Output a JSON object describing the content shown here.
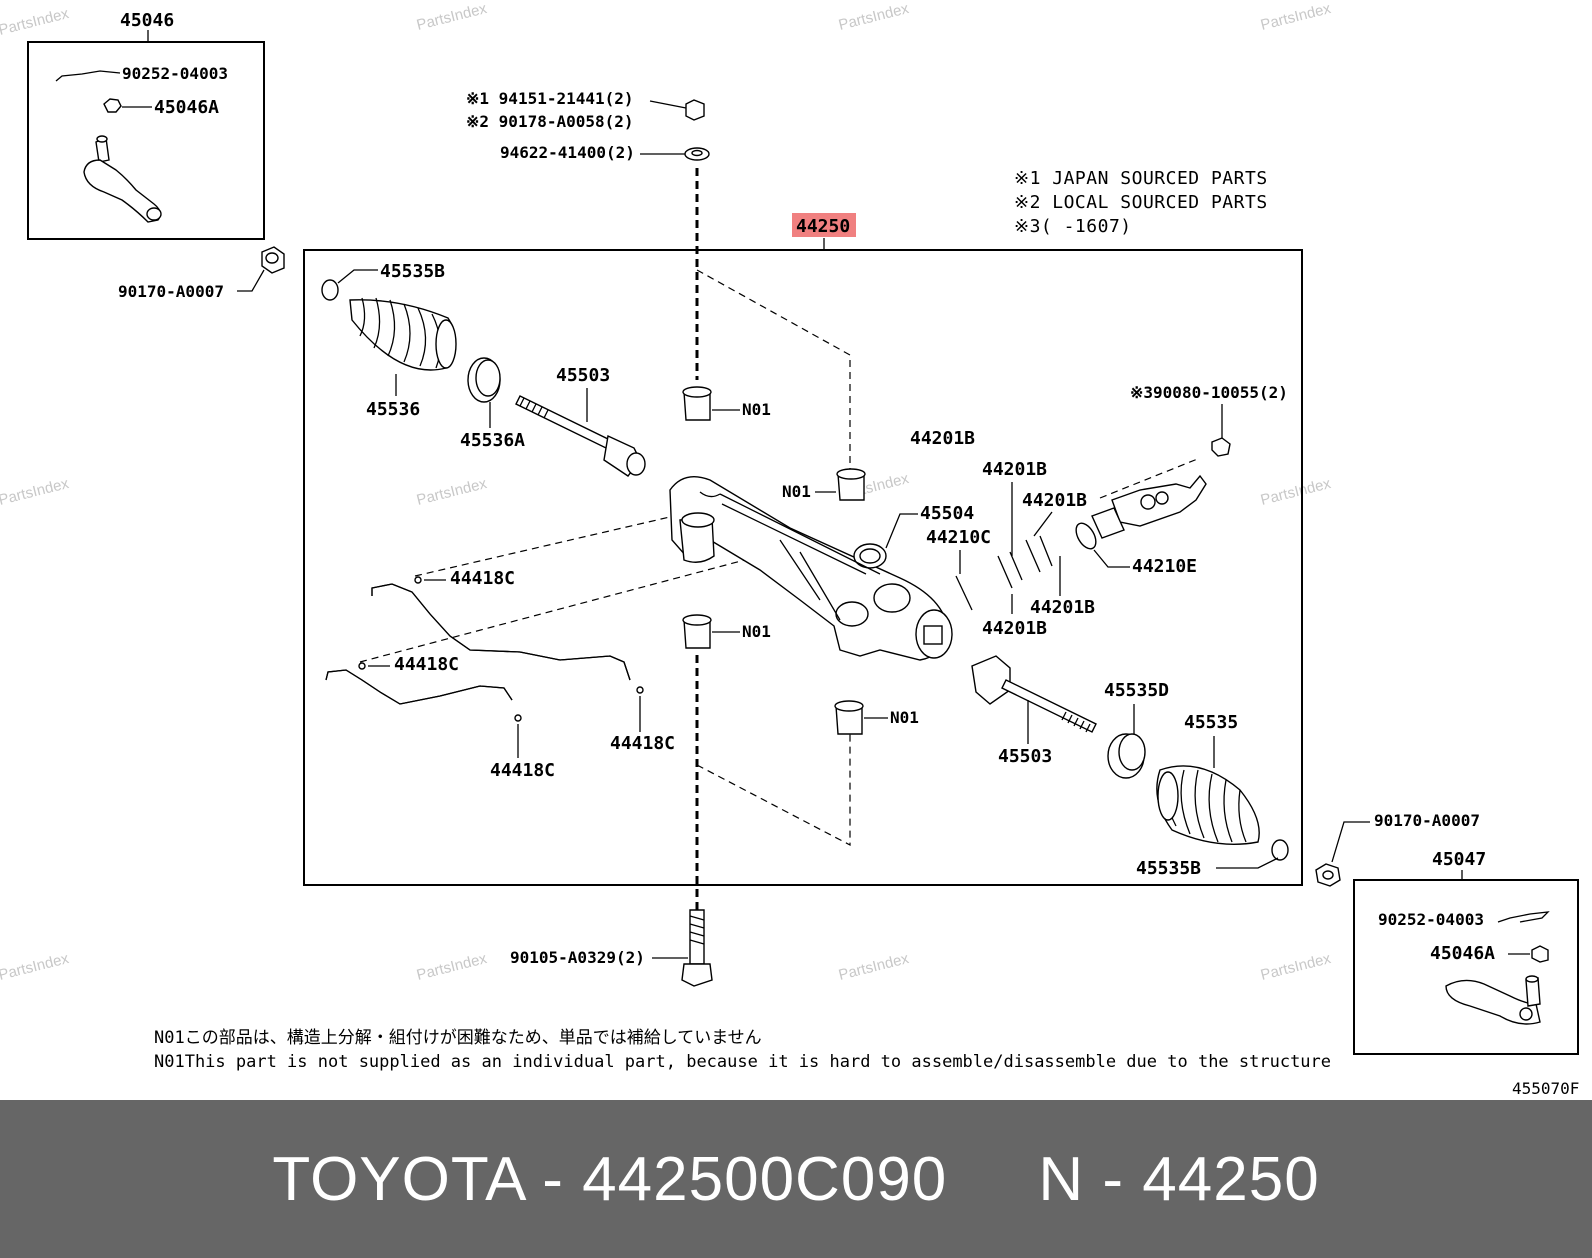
{
  "diagram": {
    "highlight_color": "#f08080",
    "watermark": "PartsIndex",
    "assembly_label": "44250",
    "part_labels": [
      "45046",
      "90252-04003",
      "45046A",
      "90170-A0007",
      "45535B",
      "45536",
      "45536A",
      "45503",
      "N01",
      "44201B",
      "45504",
      "44210C",
      "44210E",
      "44418C",
      "45535D",
      "45535",
      "90105-A0329(2)",
      "45047",
      "94622-41400(2)"
    ],
    "top_bolt": {
      "line1": "※1 94151-21441(2)",
      "line2": "※2 90178-A0058(2)"
    },
    "right_valve": "※390080-10055(2)",
    "legend": [
      "※1 JAPAN SOURCED PARTS",
      "※2 LOCAL SOURCED PARTS",
      "※3(      -1607)"
    ],
    "notes": [
      "N01この部品は、構造上分解・組付けが困難なため、単品では補給していません",
      "N01This part is not supplied as an individual part,  because it is hard to assemble/disassemble due to the structure"
    ],
    "figure_code": "455070F"
  },
  "footer": {
    "text": "TOYOTA - 442500C090     N - 44250",
    "background": "#666666",
    "color": "#ffffff"
  }
}
